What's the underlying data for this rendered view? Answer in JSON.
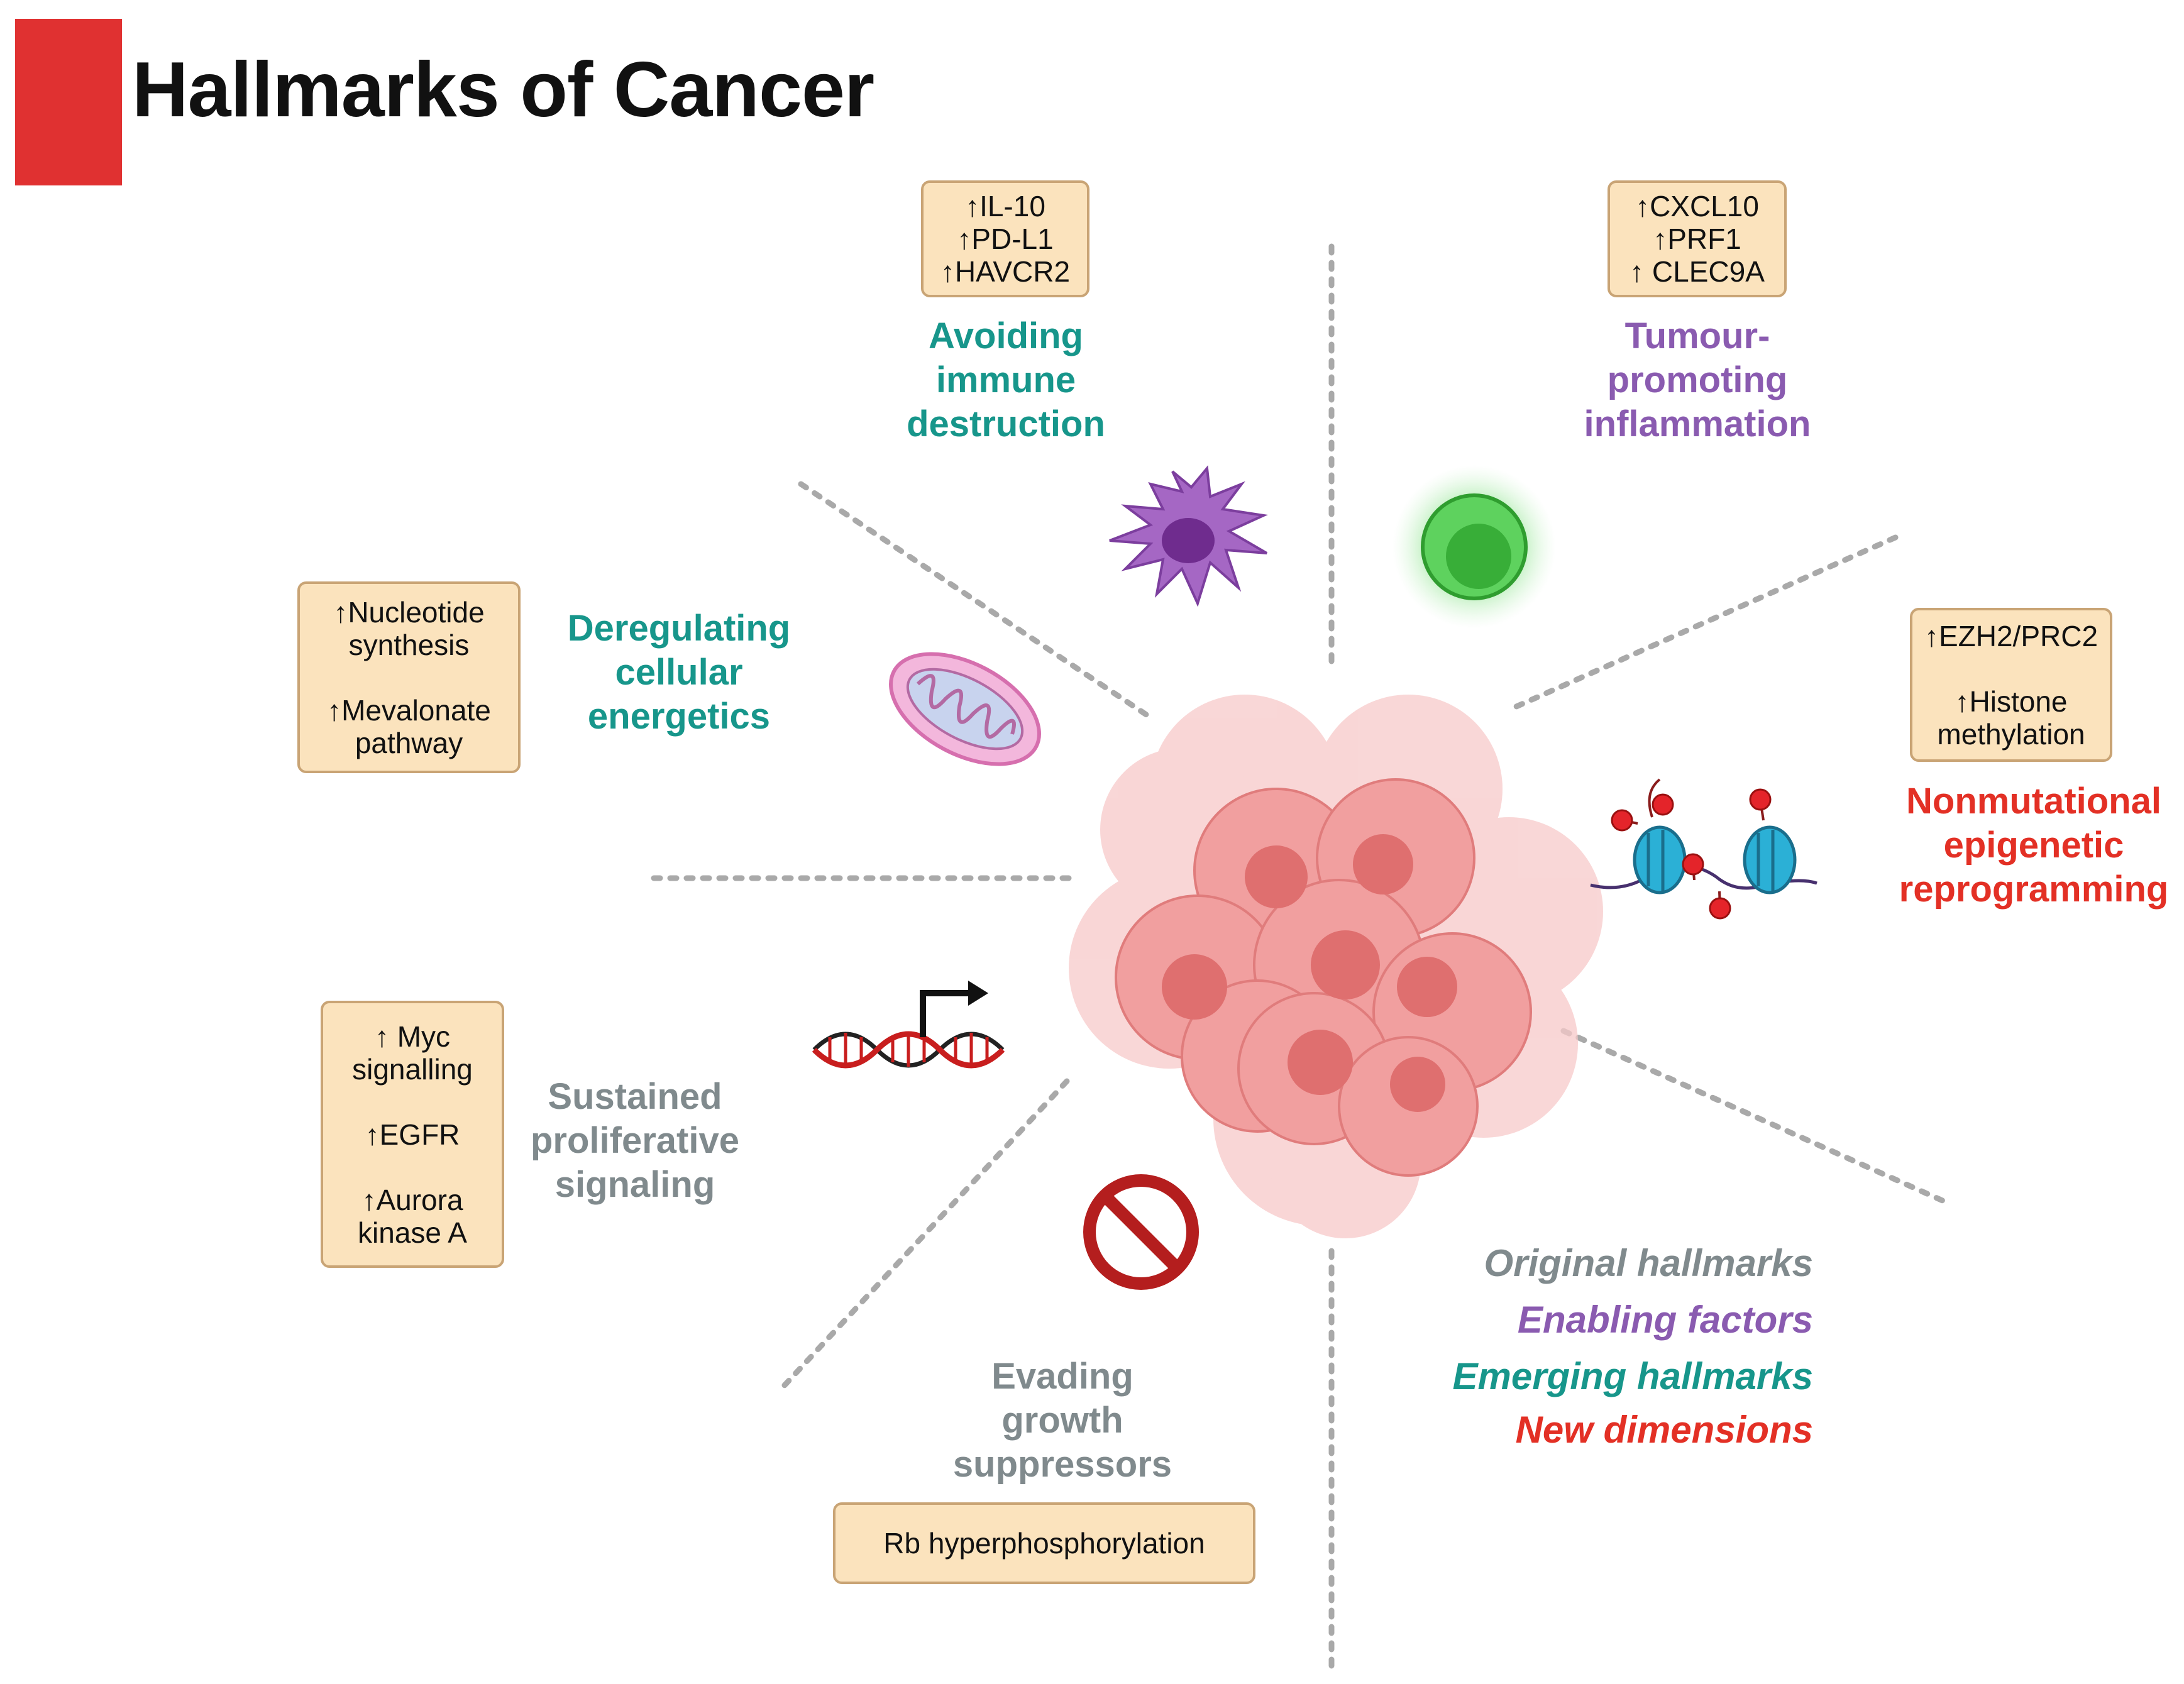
{
  "title": "Hallmarks of Cancer",
  "colors": {
    "title_bar": "#e03131",
    "original": "#808a8d",
    "enabling": "#8a5bb0",
    "emerging": "#17968b",
    "new": "#e33025",
    "box_fill": "#fbe3bd",
    "box_border": "#c9a475"
  },
  "hallmarks": {
    "avoiding_immune": {
      "lines": [
        "Avoiding",
        "immune",
        "destruction"
      ],
      "category": "emerging"
    },
    "tumour_inflammation": {
      "lines": [
        "Tumour-",
        "promoting",
        "inflammation"
      ],
      "category": "enabling"
    },
    "deregulating_energetics": {
      "lines": [
        "Deregulating",
        "cellular",
        "energetics"
      ],
      "category": "emerging"
    },
    "nonmutational_epigenetic": {
      "lines": [
        "Nonmutational",
        "epigenetic",
        "reprogramming"
      ],
      "category": "new"
    },
    "sustained_proliferative": {
      "lines": [
        "Sustained",
        "proliferative",
        "signaling"
      ],
      "category": "original"
    },
    "evading_suppressors": {
      "lines": [
        "Evading",
        "growth",
        "suppressors"
      ],
      "category": "original"
    }
  },
  "boxes": {
    "immune": [
      "↑IL-10",
      "↑PD-L1",
      "↑HAVCR2"
    ],
    "inflammation": [
      "↑CXCL10",
      "↑PRF1",
      "↑ CLEC9A"
    ],
    "energetics": [
      "↑Nucleotide",
      "synthesis",
      "",
      "↑Mevalonate",
      "pathway"
    ],
    "epigenetic": [
      "↑EZH2/PRC2",
      "",
      "↑Histone",
      "methylation"
    ],
    "proliferative": [
      "↑ Myc",
      "signalling",
      "",
      "↑EGFR",
      "",
      "↑Aurora",
      "kinase A"
    ],
    "suppressors": [
      "Rb hyperphosphorylation"
    ]
  },
  "legend": {
    "original": "Original hallmarks",
    "enabling": "Enabling factors",
    "emerging": "Emerging hallmarks",
    "new": "New dimensions"
  },
  "icons": [
    "dendritic-cell-icon",
    "lymphocyte-icon",
    "mitochondrion-icon",
    "nucleosome-icon",
    "dna-transcription-icon",
    "prohibition-icon",
    "tumour-cells-icon"
  ]
}
